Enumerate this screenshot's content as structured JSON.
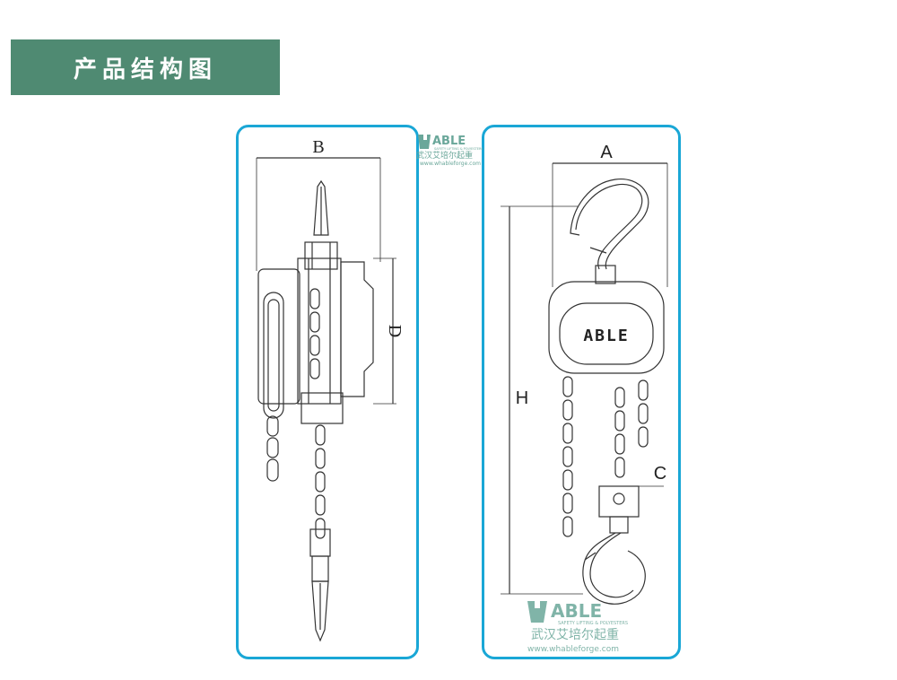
{
  "header": {
    "title": "产品结构图"
  },
  "colors": {
    "banner": "#4f8a72",
    "panel_border": "#1aa7d6",
    "watermark": "#6aa79a"
  },
  "left_diagram": {
    "dim_width": "B",
    "dim_depth": "D"
  },
  "right_diagram": {
    "dim_width": "A",
    "dim_height": "H",
    "dim_chain": "C",
    "brand_plate": "ABLE"
  },
  "watermark": {
    "brand": "ABLE",
    "tagline": "SAFETY LIFTING & POLYESTERS",
    "company": "武汉艾培尔起重",
    "url": "www.whableforge.com"
  }
}
